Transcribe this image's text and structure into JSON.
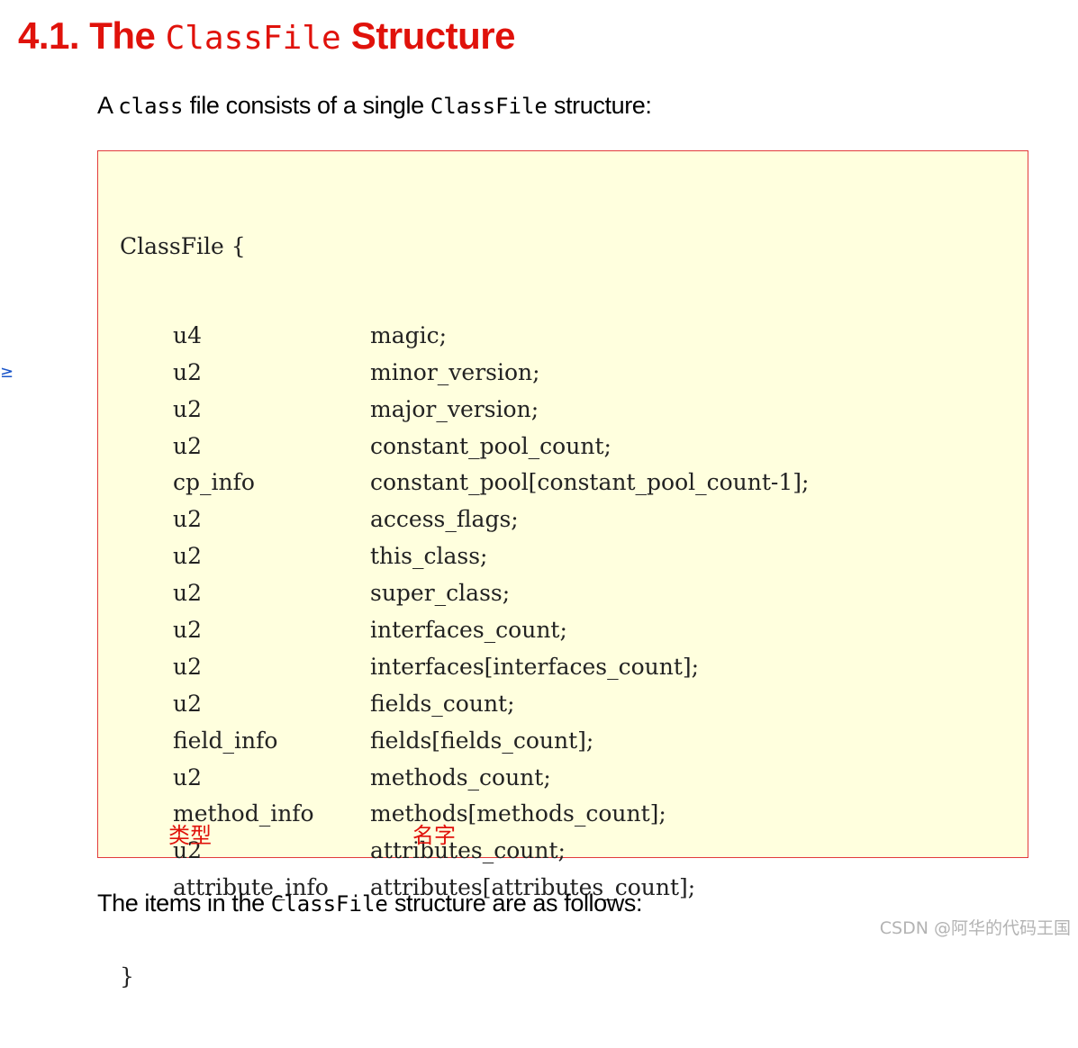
{
  "heading": {
    "number": "4.1. The ",
    "mono": "ClassFile",
    "suffix": " Structure"
  },
  "intro": {
    "prefix": "A ",
    "mono1": "class",
    "middle": " file consists of a single ",
    "mono2": "ClassFile",
    "suffix": " structure:"
  },
  "code": {
    "open_line": "ClassFile {",
    "close_brace": "}",
    "fields": [
      {
        "type": "u4",
        "name": "magic;"
      },
      {
        "type": "u2",
        "name": "minor_version;"
      },
      {
        "type": "u2",
        "name": "major_version;"
      },
      {
        "type": "u2",
        "name": "constant_pool_count;"
      },
      {
        "type": "cp_info",
        "name": "constant_pool[constant_pool_count-1];"
      },
      {
        "type": "u2",
        "name": "access_flags;"
      },
      {
        "type": "u2",
        "name": "this_class;"
      },
      {
        "type": "u2",
        "name": "super_class;"
      },
      {
        "type": "u2",
        "name": "interfaces_count;"
      },
      {
        "type": "u2",
        "name": "interfaces[interfaces_count];"
      },
      {
        "type": "u2",
        "name": "fields_count;"
      },
      {
        "type": "field_info",
        "name": "fields[fields_count];"
      },
      {
        "type": "u2",
        "name": "methods_count;"
      },
      {
        "type": "method_info",
        "name": "methods[methods_count];"
      },
      {
        "type": "u2",
        "name": "attributes_count;"
      },
      {
        "type": "attribute_info",
        "name": "attributes[attributes_count];"
      }
    ]
  },
  "annotations": {
    "type_label": "类型",
    "name_label": "名字"
  },
  "outro": {
    "prefix": "The items in the ",
    "mono": "ClassFile",
    "suffix": " structure are as follows:"
  },
  "left_mark": "≥",
  "watermark": "CSDN @阿华的代码王国",
  "colors": {
    "heading_red": "#e0120b",
    "box_background": "#ffffde",
    "box_border": "#e23b3b",
    "annotation_red": "#e0120b",
    "watermark_gray": "#b3b3b3"
  }
}
